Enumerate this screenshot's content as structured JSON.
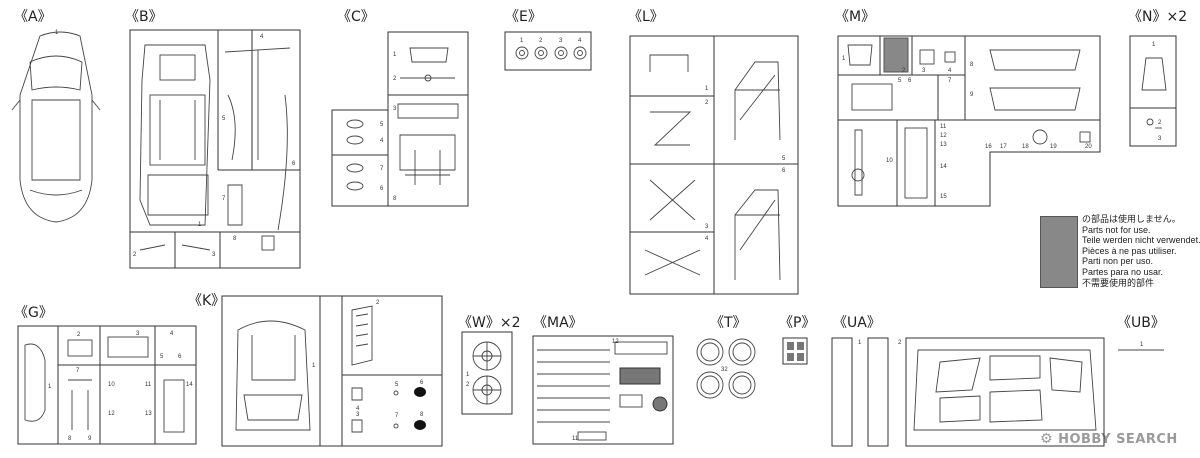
{
  "sheets": {
    "A": "《A》",
    "B": "《B》",
    "C": "《C》",
    "E": "《E》",
    "L": "《L》",
    "M": "《M》",
    "N": "《N》×2",
    "G": "《G》",
    "K": "《K》",
    "W": "《W》×2",
    "MA": "《MA》",
    "T": "《T》",
    "P": "《P》",
    "UA": "《UA》",
    "UB": "《UB》"
  },
  "legend": {
    "ja": "の部品は使用しません。",
    "en": "Parts not for use.",
    "de": "Teile werden nicht verwendet.",
    "fr": "Pièces à ne pas utiliser.",
    "it": "Parti non per uso.",
    "es": "Partes para no usar.",
    "zh": "不需要使用的部件"
  },
  "part_numbers": {
    "A": [
      "1"
    ],
    "B": [
      "1",
      "2",
      "3",
      "4",
      "5",
      "6",
      "7",
      "8"
    ],
    "C": [
      "1",
      "2",
      "3",
      "4",
      "5",
      "6",
      "7",
      "8"
    ],
    "E": [
      "1",
      "2",
      "3",
      "4"
    ],
    "L": [
      "1",
      "2",
      "3",
      "4",
      "5",
      "6"
    ],
    "M": [
      "1",
      "2",
      "3",
      "4",
      "5",
      "6",
      "7",
      "8",
      "9",
      "10",
      "11",
      "12",
      "13",
      "14",
      "15",
      "16",
      "17",
      "18",
      "19",
      "20"
    ],
    "N": [
      "1",
      "2",
      "3"
    ],
    "G": [
      "1",
      "2",
      "3",
      "4",
      "5",
      "6",
      "7",
      "8",
      "9",
      "10",
      "11",
      "12",
      "13",
      "14"
    ],
    "K": [
      "1",
      "2",
      "3",
      "4",
      "5",
      "6",
      "7",
      "8"
    ],
    "W": [
      "1",
      "2"
    ],
    "MA": [
      "11",
      "12"
    ],
    "T": [
      "32"
    ],
    "UA": [
      "1",
      "2"
    ],
    "UB": [
      "1"
    ]
  },
  "watermark": "HOBBY SEARCH"
}
